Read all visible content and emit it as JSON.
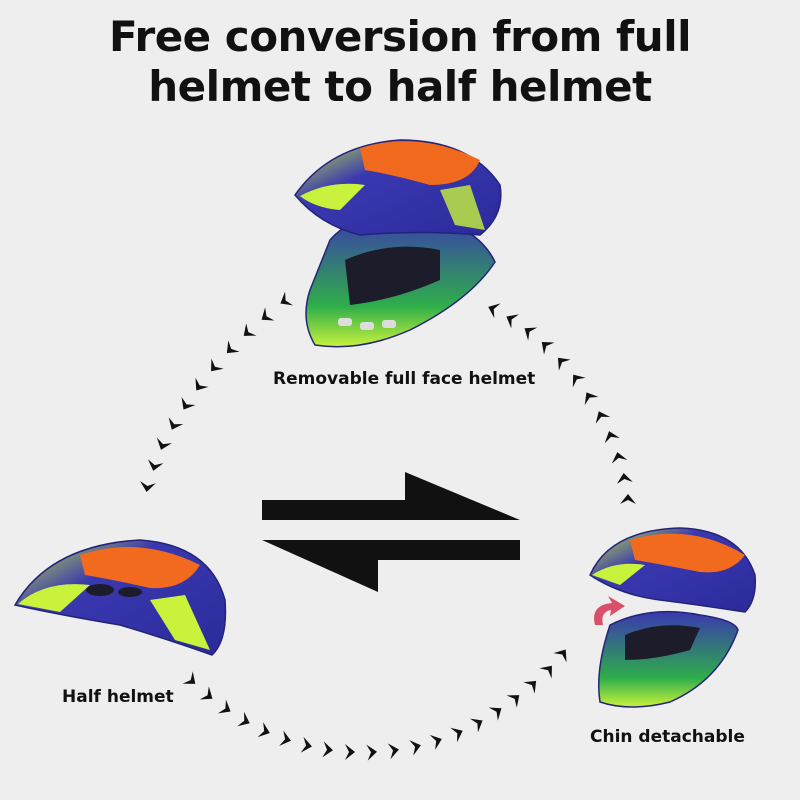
{
  "title": {
    "line1": "Free conversion from full",
    "line2": "helmet to half helmet"
  },
  "captions": {
    "full_face": "Removable full face helmet",
    "half": "Half helmet",
    "chin": "Chin detachable"
  },
  "colors": {
    "background": "#eeeeee",
    "helmet_blue": "#3a38b0",
    "helmet_orange": "#f26a1e",
    "helmet_lime": "#c8f23c",
    "helmet_green": "#2fae4a",
    "arrow": "#111111",
    "detach_arrow": "#d9506a"
  },
  "icons": {
    "cycle_arrows": "chevron-chain",
    "center": "swap-arrows-icon",
    "detach": "curved-arrow-icon"
  }
}
